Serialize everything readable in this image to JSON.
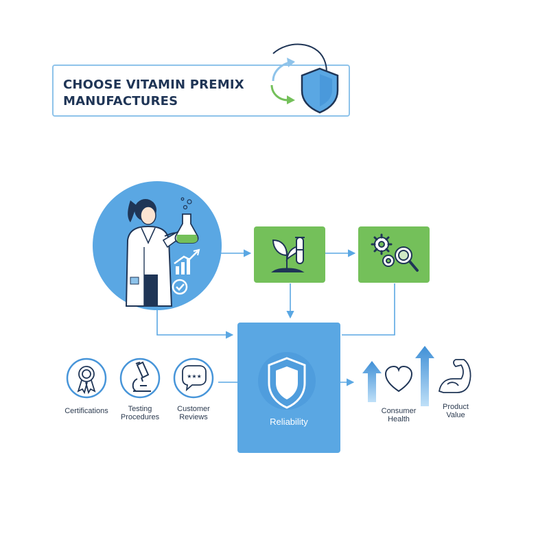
{
  "header": {
    "title_line1": "CHOOSE VITAMIN PREMIX",
    "title_line2": "MANUFACTURES"
  },
  "nodes": {
    "scientist": {
      "icon": "scientist-with-flask-icon"
    },
    "research": {
      "icon": "plant-test-tube-icon"
    },
    "analysis": {
      "icon": "gears-magnifier-icon"
    },
    "reliability": {
      "label": "Reliability",
      "icon": "shield-icon"
    }
  },
  "factors": [
    {
      "label_line1": "Certifications",
      "label_line2": "",
      "icon": "award-ribbon-icon"
    },
    {
      "label_line1": "Testing",
      "label_line2": "Procedures",
      "icon": "microscope-icon"
    },
    {
      "label_line1": "Customer",
      "label_line2": "Reviews",
      "icon": "star-review-bubble-icon"
    }
  ],
  "outcomes": [
    {
      "label_line1": "Consumer",
      "label_line2": "Health",
      "icon": "heart-icon"
    },
    {
      "label_line1": "Product",
      "label_line2": "Value",
      "icon": "flexed-arm-icon"
    }
  ],
  "colors": {
    "blue": "#5aa7e3",
    "blue_dark": "#3f8fd6",
    "green": "#74c05a",
    "green_dark": "#4f9a3d",
    "navy": "#1f3556",
    "arrow": "#5aa7e3"
  }
}
